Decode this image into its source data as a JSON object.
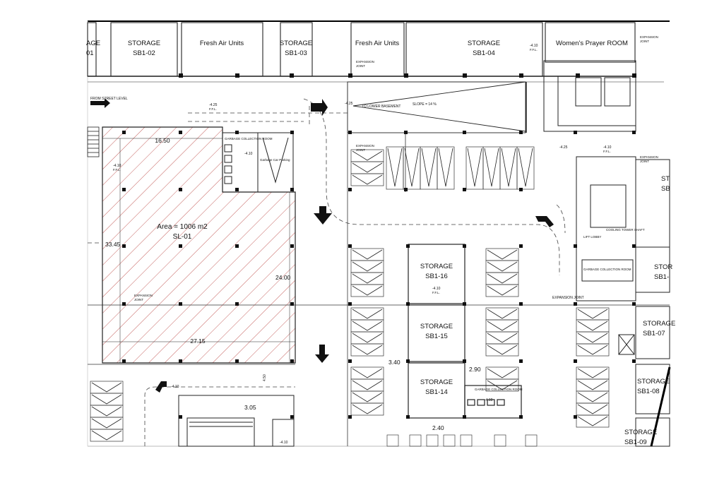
{
  "rooms": {
    "storage_sb1_02": {
      "title": "STORAGE",
      "code": "SB1-02"
    },
    "fresh_air_left": {
      "title": "Fresh Air Units"
    },
    "storage_sb1_03": {
      "title": "STORAGE",
      "code": "SB1-03"
    },
    "fresh_air_right": {
      "title": "Fresh Air Units"
    },
    "storage_sb1_04": {
      "title": "STORAGE",
      "code": "SB1-04"
    },
    "womens_prayer": {
      "title": "Women's Prayer ROOM"
    },
    "storage_sb1_16": {
      "title": "STORAGE",
      "code": "SB1-16"
    },
    "storage_sb1_15": {
      "title": "STORAGE",
      "code": "SB1-15"
    },
    "storage_sb1_14": {
      "title": "STORAGE",
      "code": "SB1-14"
    },
    "storage_sb1_07": {
      "title": "STORAGE",
      "code": "SB1-07"
    },
    "storage_sb1_08": {
      "title": "STORAGE",
      "code": "SB1-08"
    },
    "storage_sb1_09": {
      "title": "STORAGE",
      "code": "SB1-09"
    },
    "storage_right_top": {
      "title": "ST",
      "code": "SB"
    },
    "storage_right_mid": {
      "title": "STOR",
      "code": "SB1-"
    },
    "storage_left_edge": {
      "title": "AGE",
      "code": "01"
    }
  },
  "hatched_area": {
    "area_text": "Area = 1006 m2",
    "code": "SL-01"
  },
  "dimensions": {
    "top_width": "16.50",
    "left_height": "33.45",
    "right_height": "24.00",
    "bottom_width": "27.15",
    "aisle_340": "3.40",
    "aisle_290": "2.90",
    "aisle_240": "2.40",
    "aisle_305": "3.05",
    "aisle_450": "4.50"
  },
  "annotations": {
    "expansion_joint": "EXPANSION JOINT",
    "expansion_line1": "EXPANSION",
    "expansion_line2": "JOINT",
    "from_street": "FROM STREET LEVEL",
    "to_lower": "TO LOWER BASEMENT",
    "slope": "SLOPE = 14 %",
    "garbage_room": "GARBAGE COLLECTION ROOM",
    "garbage_car": "Garbage Car Parking",
    "garbage_room_right": "GARBAGE COLLECTION ROOM",
    "garbage_room_lower": "GARBAGE COLLECTION ROOM",
    "cooling_tower": "COOLING TOWER SHAFT",
    "lift_lobby": "LIFT LOBBY"
  },
  "levels": {
    "l410": "-4.10",
    "l425": "-4.25",
    "ffl": "F.F.L."
  }
}
